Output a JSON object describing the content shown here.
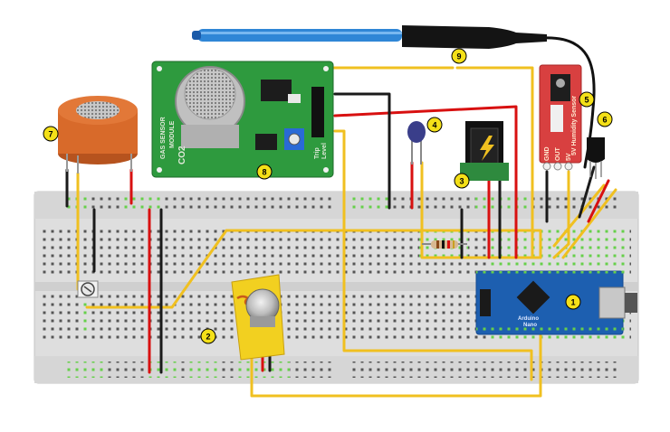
{
  "callouts": [
    "1",
    "2",
    "3",
    "4",
    "5",
    "6",
    "7",
    "8",
    "9"
  ],
  "gas_sensor_label": [
    "GAS SENSOR",
    "MODULE",
    "CO2"
  ],
  "gas_sensor_pins": [
    "Trip",
    "Level"
  ],
  "humidity_sensor_label": "5V Humidity Sensor",
  "humidity_sensor_pins": [
    "GND",
    "OUT",
    "5V"
  ],
  "arduino_label": [
    "Arduino",
    "Nano"
  ],
  "colors": {
    "breadboard": "#dcdcd8",
    "wire_yellow": "#f0c020",
    "wire_red": "#d81010",
    "wire_black": "#1a1a1a",
    "gas_pcb": "#2e9a3e",
    "nano_pcb": "#1d5fb0",
    "humidity_pcb": "#d84040",
    "mq_cap": "#d86a2a",
    "probe": "#2f86d6",
    "callout": "#f4e018"
  },
  "icons": [
    "lightning-icon"
  ]
}
